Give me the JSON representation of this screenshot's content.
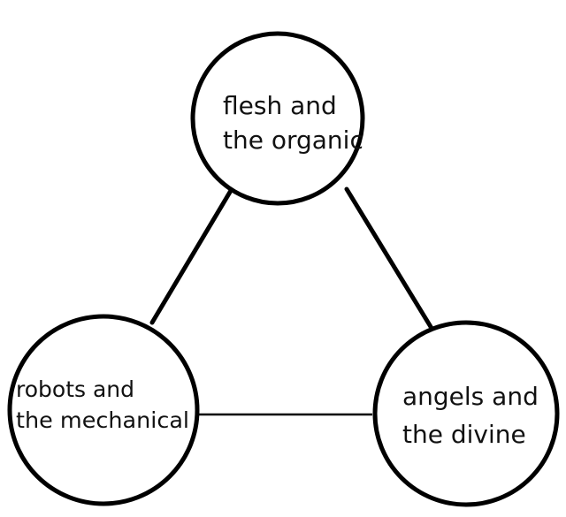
{
  "diagram": {
    "stroke_color": "#000000",
    "background_color": "#ffffff",
    "nodes": {
      "top": {
        "line1": "flesh and",
        "line2": "the organic"
      },
      "left": {
        "line1": "robots and",
        "line2": "the mechanical"
      },
      "right": {
        "line1": "angels and",
        "line2": "the divine"
      }
    }
  }
}
